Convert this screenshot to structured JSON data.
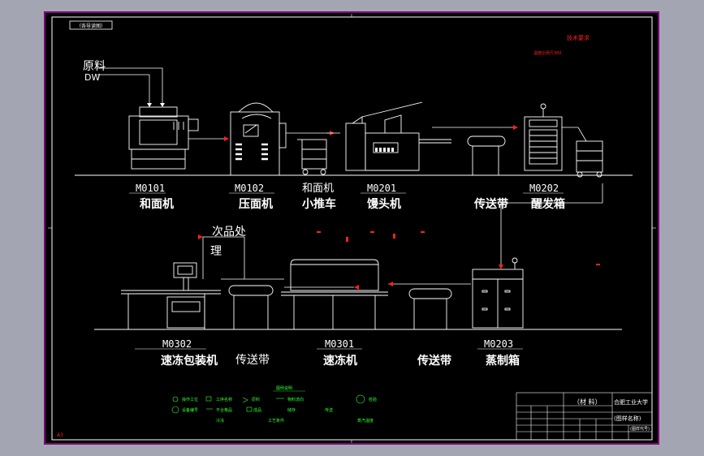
{
  "drawing": {
    "corner_tag": "（各导读图）",
    "tech_title": "技术要求",
    "tech_sub": "温度比例尺300",
    "sheet_size": "A3"
  },
  "raw": {
    "label1": "原料",
    "label2": "DW"
  },
  "defect": {
    "label1": "次品处",
    "label2": "理"
  },
  "machines": [
    {
      "code": "M0101",
      "name": "和面机"
    },
    {
      "code": "M0102",
      "name": "压面机"
    },
    {
      "code": "和面机",
      "name": "小推车"
    },
    {
      "code": "M0201",
      "name": "馒头机"
    },
    {
      "code": "",
      "name": "传送带"
    },
    {
      "code": "M0202",
      "name": "醒发箱"
    },
    {
      "code": "M0302",
      "name": "速冻包装机"
    },
    {
      "code": "",
      "name": "传送带"
    },
    {
      "code": "M0301",
      "name": "速冻机"
    },
    {
      "code": "",
      "name": "传送带"
    },
    {
      "code": "M0203",
      "name": "蒸制箱"
    }
  ],
  "legend": {
    "title": "图例说明",
    "items": [
      "操作工位",
      "工序名称",
      "原料",
      "物料流向",
      "检验",
      "设备编号",
      "不合格品",
      "成品",
      "储存",
      "传送",
      "冷冻",
      "工艺条件",
      "蒸汽温度"
    ]
  },
  "title_block": {
    "material": "（材  料）",
    "school": "合肥工业大学",
    "dept": "(图样名称)",
    "drawing_no": "(图样代号)"
  },
  "colors": {
    "background": "#000000",
    "line": "#ffffff",
    "frame": "#ff00ff",
    "red": "#ff2020",
    "green": "#33ff33"
  }
}
